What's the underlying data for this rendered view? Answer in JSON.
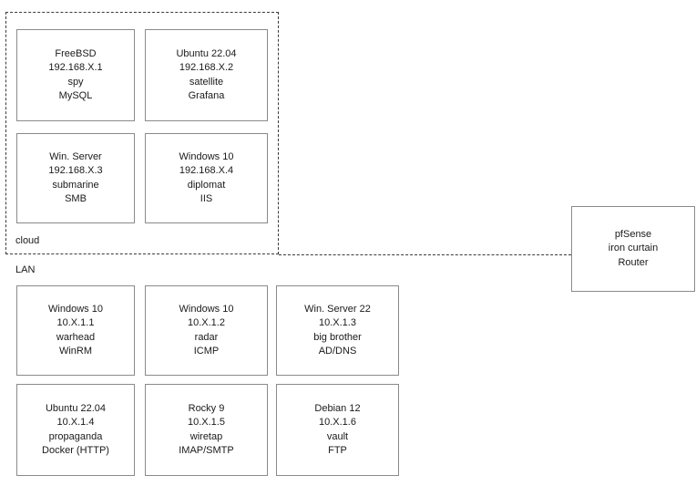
{
  "diagram": {
    "title": "network-topology",
    "colors": {
      "node_border": "#8a8a8a",
      "zone_border": "#3a3a3a",
      "text": "#1a1a1a",
      "background": "#ffffff"
    },
    "zones": [
      {
        "id": "cloud",
        "label": "cloud"
      },
      {
        "id": "lan",
        "label": "LAN"
      }
    ],
    "nodes": [
      {
        "id": "cloud-1",
        "zone": "cloud",
        "os": "FreeBSD",
        "ip": "192.168.X.1",
        "hostname": "spy",
        "service": "MySQL"
      },
      {
        "id": "cloud-2",
        "zone": "cloud",
        "os": "Ubuntu 22.04",
        "ip": "192.168.X.2",
        "hostname": "satellite",
        "service": "Grafana"
      },
      {
        "id": "cloud-3",
        "zone": "cloud",
        "os": "Win. Server",
        "ip": "192.168.X.3",
        "hostname": "submarine",
        "service": "SMB"
      },
      {
        "id": "cloud-4",
        "zone": "cloud",
        "os": "Windows 10",
        "ip": "192.168.X.4",
        "hostname": "diplomat",
        "service": "IIS"
      },
      {
        "id": "lan-1",
        "zone": "lan",
        "os": "Windows 10",
        "ip": "10.X.1.1",
        "hostname": "warhead",
        "service": "WinRM"
      },
      {
        "id": "lan-2",
        "zone": "lan",
        "os": "Windows 10",
        "ip": "10.X.1.2",
        "hostname": "radar",
        "service": "ICMP"
      },
      {
        "id": "lan-3",
        "zone": "lan",
        "os": "Win. Server 22",
        "ip": "10.X.1.3",
        "hostname": "big brother",
        "service": "AD/DNS"
      },
      {
        "id": "lan-4",
        "zone": "lan",
        "os": "Ubuntu 22.04",
        "ip": "10.X.1.4",
        "hostname": "propaganda",
        "service": "Docker (HTTP)"
      },
      {
        "id": "lan-5",
        "zone": "lan",
        "os": "Rocky 9",
        "ip": "10.X.1.5",
        "hostname": "wiretap",
        "service": "IMAP/SMTP"
      },
      {
        "id": "lan-6",
        "zone": "lan",
        "os": "Debian 12",
        "ip": "10.X.1.6",
        "hostname": "vault",
        "service": "FTP"
      }
    ],
    "router": {
      "id": "router",
      "os": "pfSense",
      "hostname": "iron curtain",
      "service": "Router"
    }
  }
}
